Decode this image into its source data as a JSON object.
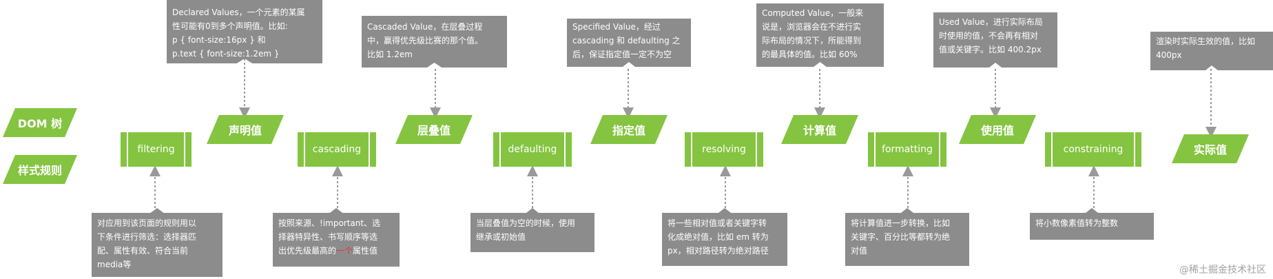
{
  "inputs": [
    "DOM 树",
    "样式规则"
  ],
  "stages": [
    "filtering",
    "cascading",
    "defaulting",
    "resolving",
    "formatting",
    "constraining"
  ],
  "values": [
    "声明值",
    "层叠值",
    "指定值",
    "计算值",
    "使用值",
    "实际值"
  ],
  "top_notes": [
    [
      "Declared Values，一个元素的某属",
      "性可能有0到多个声明值。比如:",
      "p { font-size:16px } 和",
      "p.text { font-size:1.2em }"
    ],
    [
      "Cascaded Value，在层叠过程",
      "中，赢得优先级比赛的那个值。",
      "比如 1.2em"
    ],
    [
      "Specified Value，经过",
      "cascading 和 defaulting 之",
      "后，保证指定值一定不为空"
    ],
    [
      "Computed Value，一般来",
      "说是，浏览器会在不进行实",
      "际布局的情况下，所能得到",
      "的最具体的值。比如 60%"
    ],
    [
      "Used Value，进行实际布局",
      "时使用的值，不会再有相对",
      "值或关键字。比如 400.2px"
    ],
    [
      "渲染时实际生效的值，比如",
      "400px"
    ]
  ],
  "bottom_notes": {
    "filtering": [
      "对应用到该页面的规则用以",
      "下条件进行筛选：选择器匹",
      "配、属性有效、符合当前",
      "media等"
    ],
    "cascading": [
      "按照来源、!important、选",
      "择器特异性、书写顺序等选"
    ],
    "cascading_last_prefix": "出优先级最高的",
    "cascading_highlight": "一个",
    "cascading_last_suffix": "属性值",
    "defaulting": [
      "当层叠值为空的时候，使用",
      "继承或初始值"
    ],
    "resolving": [
      "将一些相对值或者关键字转",
      "化成绝对值，比如 em 转为",
      "px，相对路径转为绝对路径"
    ],
    "formatting": [
      "将计算值进一步转换，比如",
      "关键字、百分比等都转为绝",
      "对值"
    ],
    "constraining": [
      "将小数像素值转为整数"
    ]
  },
  "watermark": "@稀土掘金技术社区",
  "colors": {
    "green": "#84c440",
    "note": "#8c8c8c",
    "connector": "#999999",
    "highlight": "#e8334a"
  }
}
